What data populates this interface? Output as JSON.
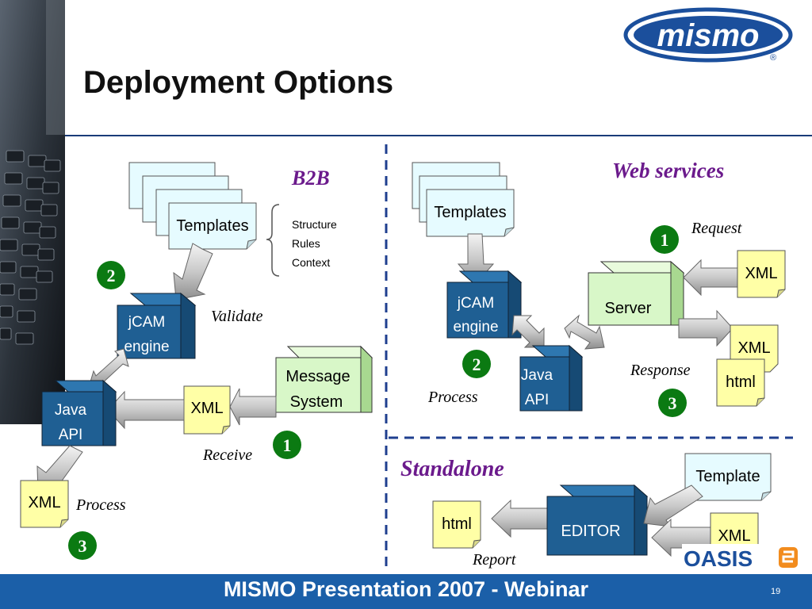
{
  "title": "Deployment Options",
  "footer": {
    "text": "MISMO Presentation 2007 - Webinar",
    "slide_number": "19"
  },
  "logos": {
    "mismo": "mismo",
    "mismo_mark": "®",
    "oasis": "OASIS"
  },
  "b2b": {
    "heading": "B2B",
    "templates": "Templates",
    "brace_items": [
      "Structure",
      "Rules",
      "Context"
    ],
    "jcam": [
      "jCAM",
      "engine"
    ],
    "java_api": [
      "Java",
      "API"
    ],
    "message_system": [
      "Message",
      "System"
    ],
    "xml_in": "XML",
    "xml_out": "XML",
    "validate": "Validate",
    "receive": "Receive",
    "process": "Process",
    "steps": [
      "1",
      "2",
      "3"
    ]
  },
  "web_services": {
    "heading": "Web services",
    "templates": "Templates",
    "jcam": [
      "jCAM",
      "engine"
    ],
    "java_api": [
      "Java",
      "API"
    ],
    "server": "Server",
    "xml_request": "XML",
    "xml_response": "XML",
    "html_response": "html",
    "request": "Request",
    "response": "Response",
    "process": "Process",
    "steps": [
      "1",
      "2",
      "3"
    ]
  },
  "standalone": {
    "heading": "Standalone",
    "template": "Template",
    "editor": "EDITOR",
    "xml": "XML",
    "html": "html",
    "report": "Report"
  },
  "colors": {
    "heading": "#6b1a8c",
    "box_blue": "#1f5f93",
    "doc_cyan": "#e6fbff",
    "doc_yellow": "#ffffa6",
    "green_box": "#d8f7c8",
    "step_green": "#0b7a12",
    "footer": "#1b5fa8"
  }
}
